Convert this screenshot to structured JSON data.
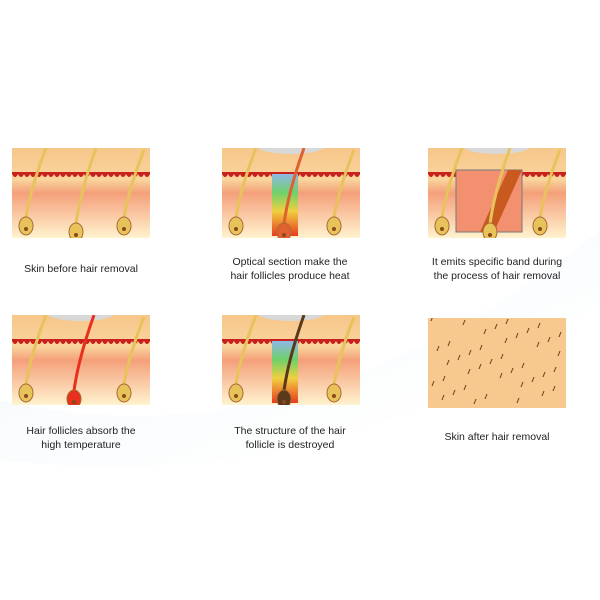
{
  "steps": [
    {
      "caption_lines": [
        "Skin before hair removal"
      ],
      "stage": "before"
    },
    {
      "caption_lines": [
        "Optical section make the",
        "hair follicles produce heat"
      ],
      "stage": "light"
    },
    {
      "caption_lines": [
        "It emits specific band during",
        "the process of hair removal"
      ],
      "stage": "band"
    },
    {
      "caption_lines": [
        "Hair follicles absorb the",
        "high temperature"
      ],
      "stage": "heat"
    },
    {
      "caption_lines": [
        "The structure of the hair",
        "follicle is destroyed"
      ],
      "stage": "destroyed"
    },
    {
      "caption_lines": [
        "Skin after hair removal"
      ],
      "stage": "after"
    }
  ],
  "colors": {
    "skin": "#f7c98e",
    "dermis_line": "#c8201c",
    "hair": "#e8c25a",
    "hot_follicle": "#e8301e",
    "destroyed_follicle": "#5a3a1a"
  }
}
